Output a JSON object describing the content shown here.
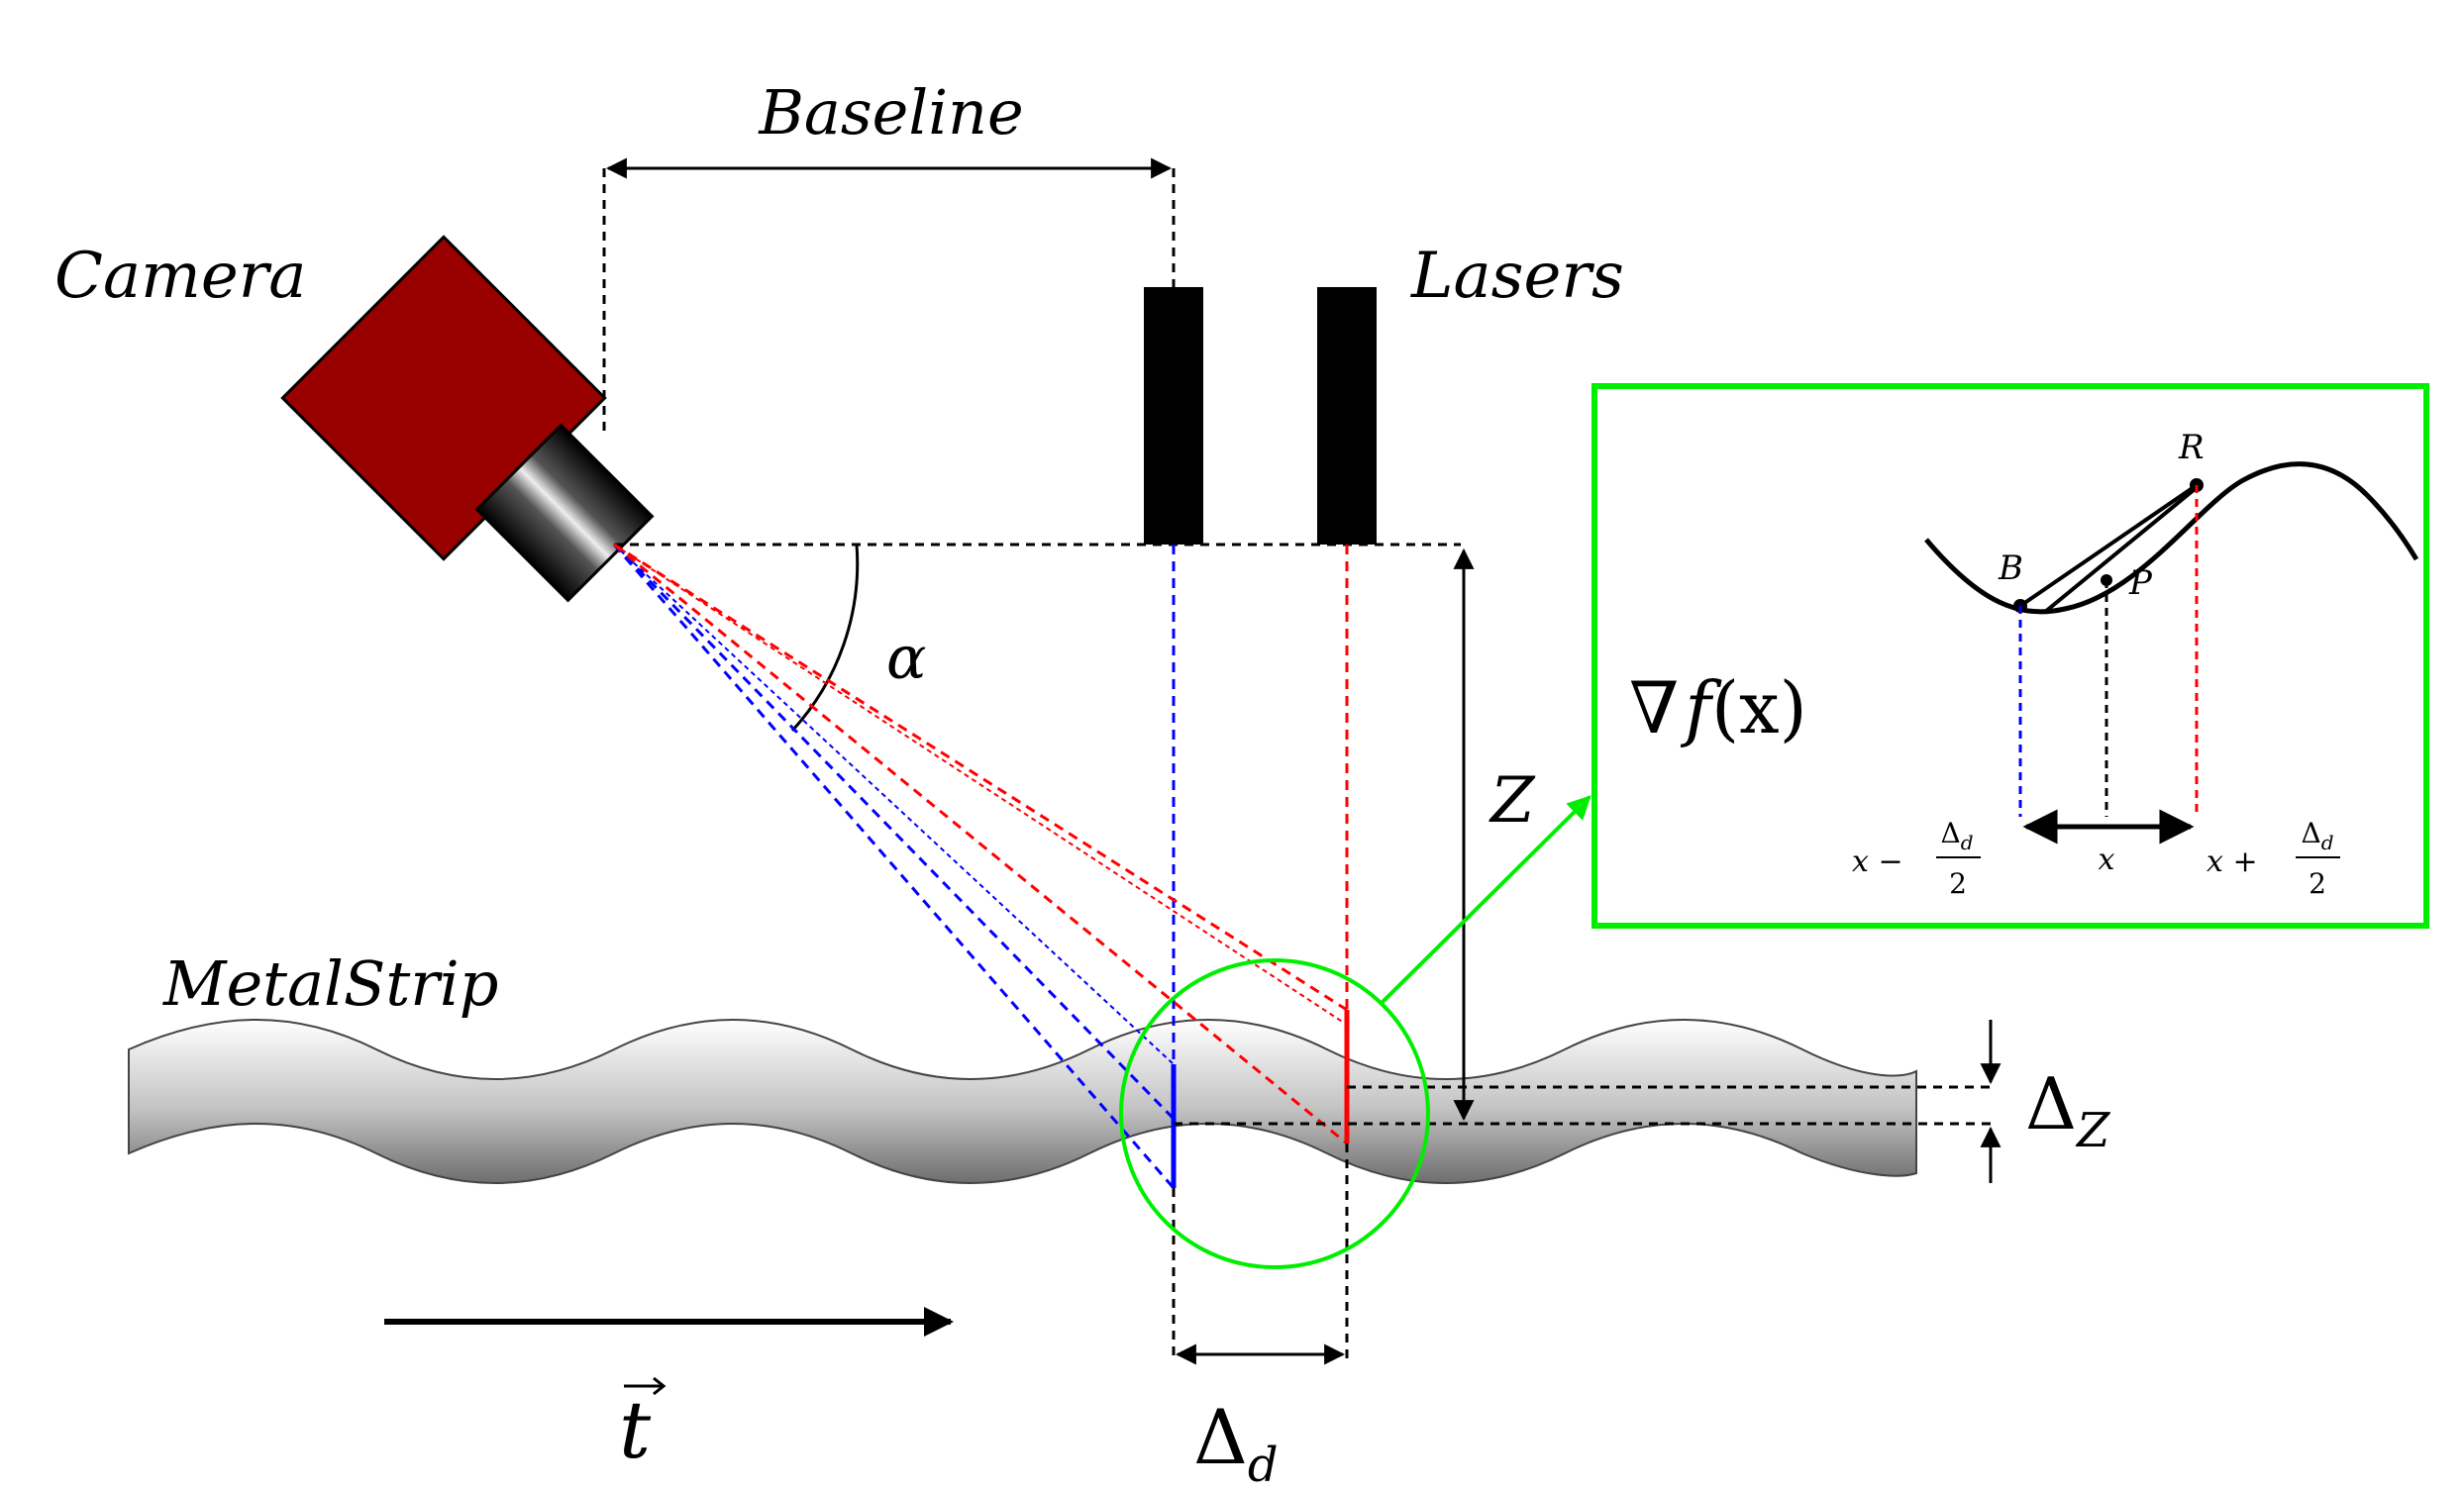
{
  "labels": {
    "baseline": "Baseline",
    "camera": "Camera",
    "lasers": "Lasers",
    "alpha": "α",
    "z": "Z",
    "metal_strip": "MetalStrip",
    "velocity_t": "t",
    "velocity_arrow_glyph": "⃗",
    "delta_symbol": "Δ",
    "delta_d_sub": "d",
    "delta_z_sub": "Z"
  },
  "inset": {
    "gradient_nabla": "∇",
    "gradient_f": "f",
    "gradient_args": "(x)",
    "point_b": "B",
    "point_p": "P",
    "point_r": "R",
    "x_center": "x",
    "x_minus_prefix": "x −",
    "x_plus_prefix": "x +",
    "frac_numerator_delta": "Δ",
    "frac_numerator_sub": "d",
    "frac_denominator": "2"
  },
  "colors": {
    "camera_body": "#990000",
    "laser_blue": "#0000ff",
    "laser_red": "#ff0000",
    "zoom_green": "#00ee00",
    "ink": "#000000"
  }
}
